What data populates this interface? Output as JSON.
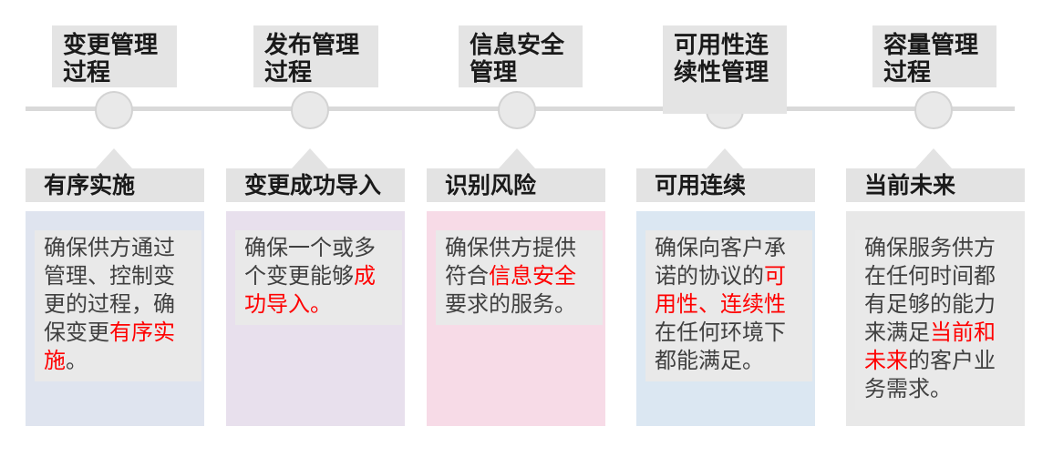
{
  "diagram": {
    "kind": "process-timeline",
    "background": "#ffffff"
  },
  "timeline": {
    "line_color": "#d9d9d9",
    "node_fill": "#e9e9e9",
    "node_border": "#d3d3d3"
  },
  "colors": {
    "label_box_gray": "#e4e4e4",
    "subtitle_box_gray": "#e3e3e3",
    "inner_text_box_gray": "#e9e9e9",
    "highlight_red": "#ff0000",
    "body_text": "#404040",
    "title_text": "#1a1a1a"
  },
  "columns": [
    {
      "id": "change-management",
      "top_lines": [
        "变更管理",
        "过程"
      ],
      "subtitle": "有序实施",
      "body_bg": "#dfe4ef",
      "body": [
        {
          "text": "确保供方通过管理、控制变更的过程，确保变更",
          "red": false
        },
        {
          "text": "有序实施",
          "red": true
        },
        {
          "text": "。",
          "red": false
        }
      ]
    },
    {
      "id": "release-management",
      "top_lines": [
        "发布管理",
        "过程"
      ],
      "subtitle": "变更成功导入",
      "body_bg": "#e8e0ed",
      "body": [
        {
          "text": "确保一个或多个变更能够",
          "red": false
        },
        {
          "text": "成功导入。",
          "red": true
        }
      ]
    },
    {
      "id": "information-security-management",
      "top_lines": [
        "信息安全",
        "管理"
      ],
      "subtitle": "识别风险",
      "body_bg": "#f7dbe7",
      "body": [
        {
          "text": "确保供方提供符合",
          "red": false
        },
        {
          "text": "信息安全",
          "red": true
        },
        {
          "text": "要求的服务。",
          "red": false
        }
      ]
    },
    {
      "id": "availability-continuity-management",
      "top_lines": [
        "可用性连",
        "续性管理"
      ],
      "subtitle": "可用连续",
      "body_bg": "#dbe7f2",
      "body": [
        {
          "text": "确保向客户承诺的协议的",
          "red": false
        },
        {
          "text": "可用性、连续性",
          "red": true
        },
        {
          "text": "在任何环境下都能满足。",
          "red": false
        }
      ]
    },
    {
      "id": "capacity-management",
      "top_lines": [
        "容量管理",
        "过程"
      ],
      "subtitle": "当前未来",
      "body_bg": "#e8e8e8",
      "body": [
        {
          "text": "确保服务供方在任何时间都有足够的能力来满足",
          "red": false
        },
        {
          "text": "当前和未来",
          "red": true
        },
        {
          "text": "的客户业务需求。",
          "red": false
        }
      ]
    }
  ]
}
